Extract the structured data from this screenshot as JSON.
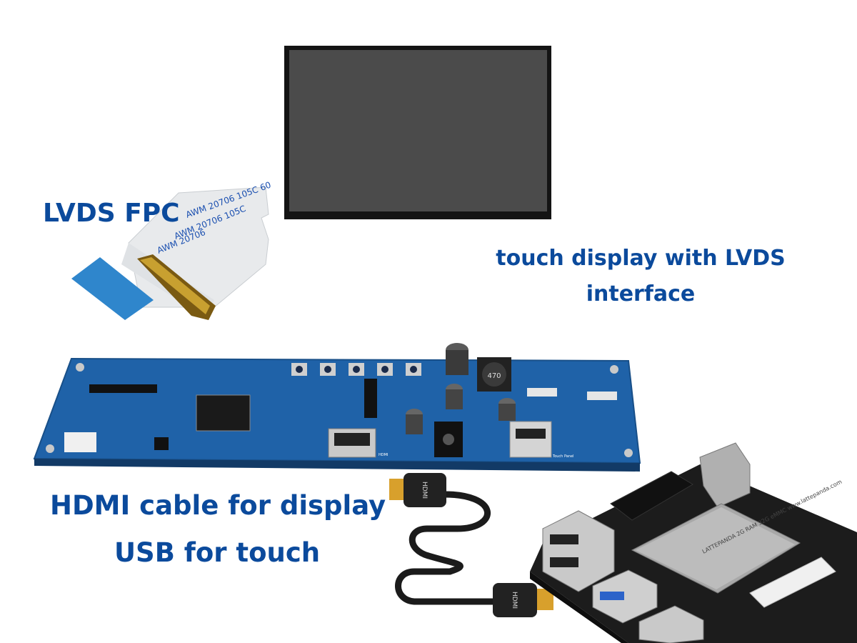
{
  "labels": {
    "lvds_fpc": "LVDS FPC",
    "touch_display": "touch display with LVDS interface",
    "hdmi_cable": "HDMI cable for display",
    "usb_touch": "USB for touch"
  },
  "cable_markings": {
    "line1": "AWM  20706  105C  60",
    "line2": "AWM  20706  105C",
    "line3": "AWM  20706"
  },
  "hdmi_plug_text": "HDMI",
  "board_texts": {
    "hdmi_port": "HDMI",
    "usb_port": "Touch Panel",
    "inductor": "470",
    "sbc_module": "LATTEPANDA  2G RAM  32G eMMC  www.lattepanda.com"
  },
  "colors": {
    "label_blue": "#0b4a9c",
    "pcb_blue": "#1f62a8",
    "screen_gray": "#4b4b4b",
    "sbc_black": "#1c1c1c"
  }
}
